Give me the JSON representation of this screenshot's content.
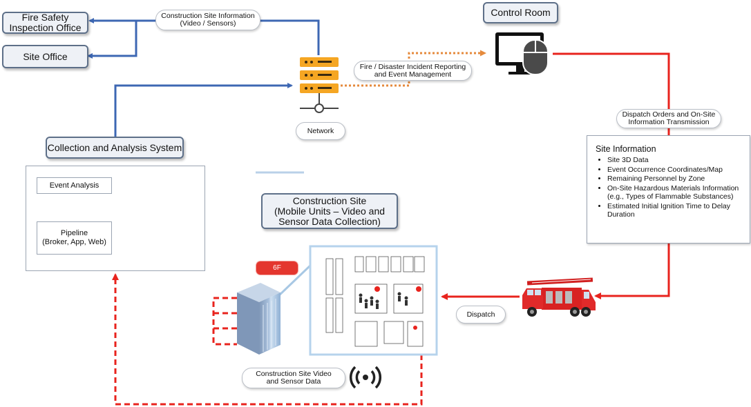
{
  "nodes": {
    "fire_safety_office": "Fire Safety\nInspection Office",
    "site_office": "Site Office",
    "control_room": "Control Room",
    "collection_system": "Collection and Analysis System",
    "construction_site": "Construction Site\n(Mobile Units – Video and\nSensor Data Collection)",
    "event_analysis": "Event Analysis",
    "pipeline": "Pipeline\n(Broker, App, Web)",
    "floor_badge": "6F"
  },
  "edge_labels": {
    "site_info_video": "Construction Site Information\n(Video / Sensors)",
    "fire_reporting": "Fire / Disaster Incident Reporting\nand Event Management",
    "network": "Network",
    "dispatch_orders": "Dispatch Orders and On-Site\nInformation Transmission",
    "dispatch": "Dispatch",
    "site_video_sensor": "Construction Site Video\nand Sensor Data"
  },
  "site_information": {
    "title": "Site Information",
    "items": [
      "Site 3D Data",
      "Event Occurrence Coordinates/Map",
      "Remaining Personnel by Zone",
      "On-Site Hazardous Materials Information (e.g., Types of Flammable Substances)",
      "Estimated Initial Ignition Time to Delay Duration"
    ]
  },
  "colors": {
    "blue_line": "#3d67b3",
    "red_line": "#e8231d",
    "orange_line": "#e58a3c",
    "server": "#f5a623"
  },
  "icons": [
    "server-icon",
    "monitor-mouse-icon",
    "fire-truck-icon",
    "building-icon",
    "wireless-signal-icon",
    "floor-plan-image",
    "dashboard-screenshot-image"
  ]
}
